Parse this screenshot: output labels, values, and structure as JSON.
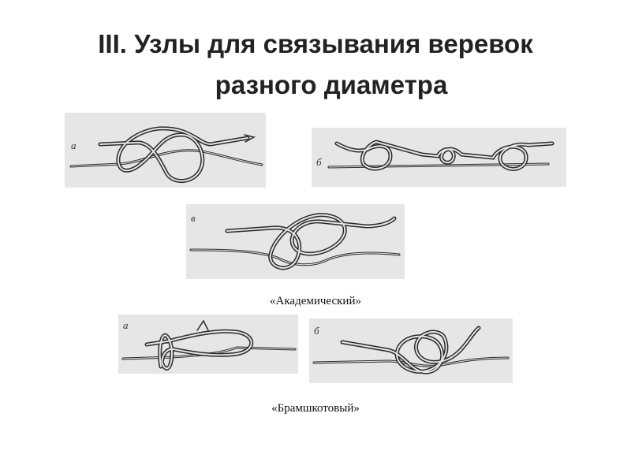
{
  "title": {
    "line1": "III. Узлы для связывания веревок",
    "line2": "разного диаметра"
  },
  "figures": {
    "a": "а",
    "b": "б",
    "v": "в",
    "a2": "а",
    "b2": "б"
  },
  "captions": {
    "academic": "«Академический»",
    "bramshkotovy": "«Брамшкотовый»"
  }
}
